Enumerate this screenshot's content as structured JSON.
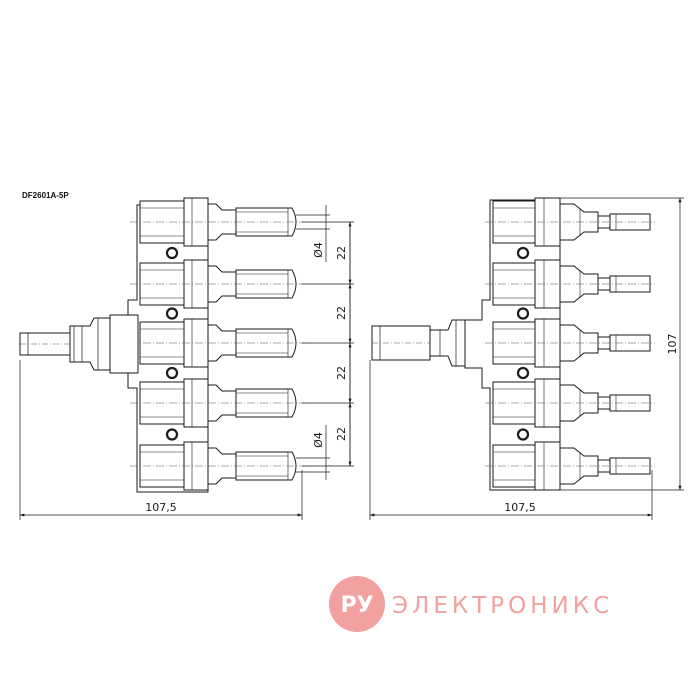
{
  "drawing": {
    "model_label": "DF2601A-5P",
    "left_view": {
      "width_dim": "107,5",
      "pitch_dims": [
        "22",
        "22",
        "22",
        "22"
      ],
      "diameter_top": "Ø4",
      "diameter_bottom": "Ø4"
    },
    "right_view": {
      "width_dim": "107,5",
      "height_dim": "107"
    }
  },
  "watermark": {
    "logo_text": "РУ",
    "brand_text": "ЭЛЕКТРОНИКС",
    "logo_color": "#f2a0a0"
  },
  "colors": {
    "line": "#1a1a1a",
    "centerline": "#555555",
    "background": "#ffffff"
  }
}
